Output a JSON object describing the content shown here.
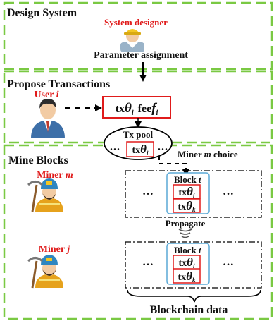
{
  "sections": {
    "design": "Design System",
    "propose": "Propose Transactions",
    "mine": "Mine Blocks"
  },
  "actors": {
    "designer": "System designer",
    "designer_action": "Parameter assignment",
    "user_name": "User",
    "user_var": "i",
    "miner_m_name": "Miner",
    "miner_m_var": "m",
    "miner_j_name": "Miner",
    "miner_j_var": "j"
  },
  "tx": {
    "tx_prefix": "tx",
    "theta": "θ",
    "sub_i": "i",
    "sub_k": "k",
    "fee_prefix": "fee",
    "fee_var": "f"
  },
  "pool": {
    "label": "Tx pool",
    "dots": "···"
  },
  "choice": {
    "prefix": "Miner",
    "var": "m",
    "suffix": "choice"
  },
  "blocks": {
    "label": "Block",
    "label_var": "t",
    "ellipsis": "···",
    "propagate": "Propagate",
    "blockchain": "Blockchain data"
  },
  "colors": {
    "section_border": "#7ac943",
    "tx_box_border": "#e01b1b",
    "block_border": "#5aa9d6",
    "accent_text": "#e01b1b"
  }
}
